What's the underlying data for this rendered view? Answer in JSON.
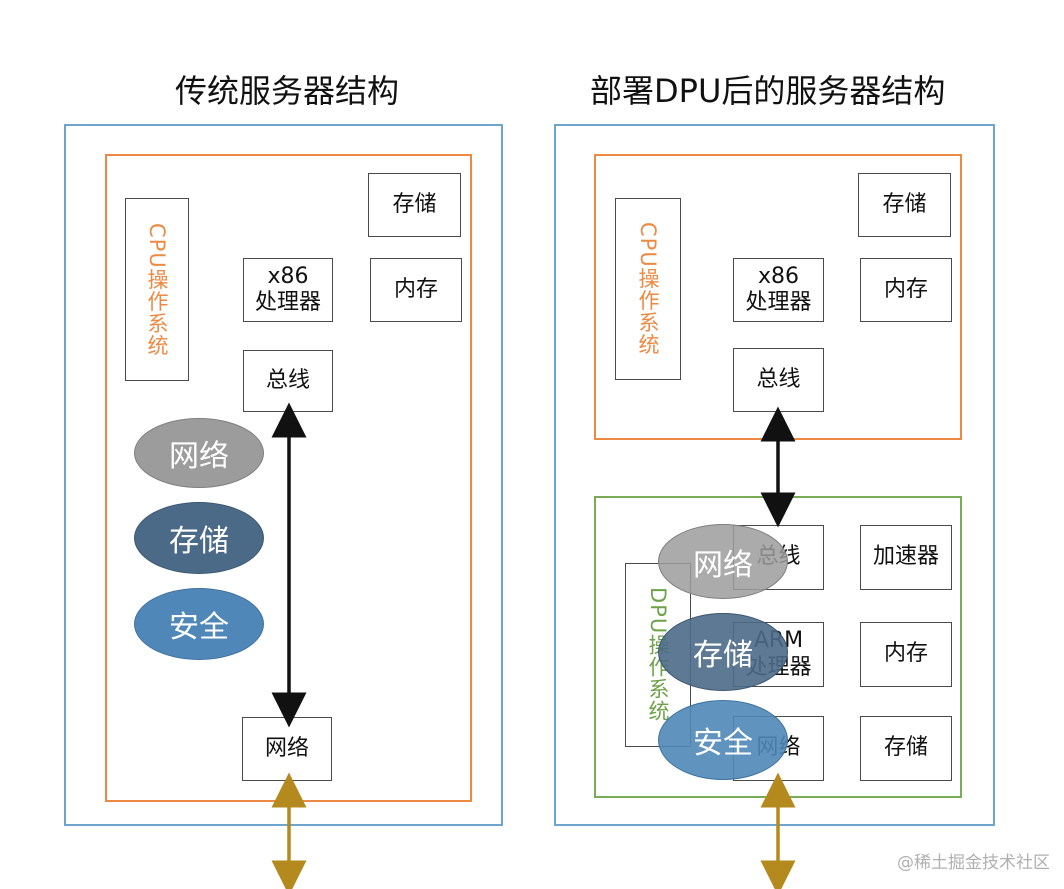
{
  "left": {
    "title": "传统服务器结构",
    "os_label": "CPU操作系统",
    "storage": "存储",
    "cpu": "x86\n处理器",
    "memory": "内存",
    "bus": "总线",
    "network": "网络",
    "ovals": {
      "network": "网络",
      "storage": "存储",
      "security": "安全"
    }
  },
  "right": {
    "title": "部署DPU后的服务器结构",
    "cpu_os_label": "CPU操作系统",
    "top_storage": "存储",
    "cpu": "x86\n处理器",
    "top_memory": "内存",
    "top_bus": "总线",
    "dpu_os_label": "DPU操作系统",
    "dpu_bus": "总线",
    "accelerator": "加速器",
    "arm": "ARM\n处理器",
    "dpu_memory": "内存",
    "dpu_network": "网络",
    "dpu_storage": "存储",
    "ovals": {
      "network": "网络",
      "storage": "存储",
      "security": "安全"
    }
  },
  "watermark": "@稀土掘金技术社区",
  "colors": {
    "outer_frame": "#6fa4cc",
    "cpu_frame": "#ec8a44",
    "dpu_frame": "#7aab56",
    "dpu_text": "#6ea24a",
    "cpu_text": "#ec8a44",
    "oval_network": "#9c9c9c",
    "oval_storage": "#4b6a87",
    "oval_security": "#4f88b8",
    "arrow_black": "#111111",
    "arrow_gold": "#b48a1e"
  }
}
